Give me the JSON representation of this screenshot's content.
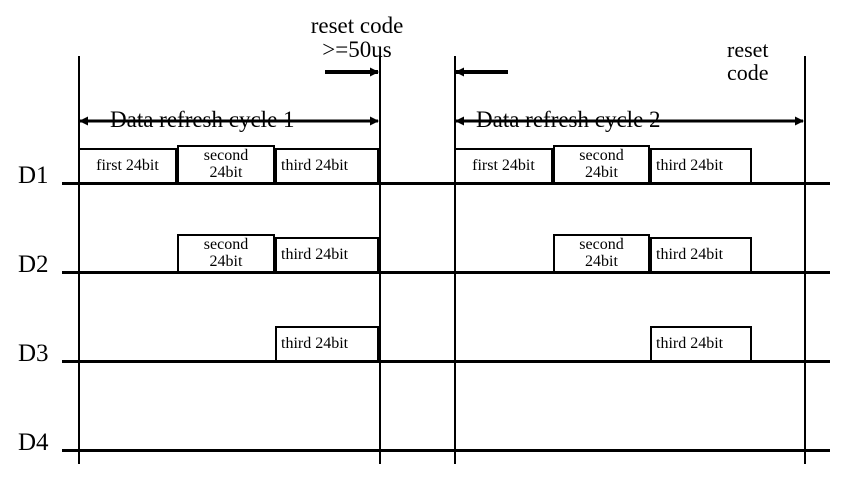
{
  "diagram": {
    "title": "LED data refresh / reset code timing diagram",
    "annotations": {
      "reset_code_top_line1": "reset code",
      "reset_code_top_line2": ">=50us",
      "reset_code_right_line1": "reset",
      "reset_code_right_line2": "code",
      "cycle1": "Data refresh cycle 1",
      "cycle2": "Data refresh cycle 2"
    },
    "rows": [
      {
        "name": "D1"
      },
      {
        "name": "D2"
      },
      {
        "name": "D3"
      },
      {
        "name": "D4"
      }
    ],
    "packets": {
      "first": "first 24bit",
      "second_line1": "second",
      "second_line2": "24bit",
      "third": "third 24bit"
    },
    "colors": {
      "line": "#000000",
      "background": "#ffffff"
    }
  }
}
